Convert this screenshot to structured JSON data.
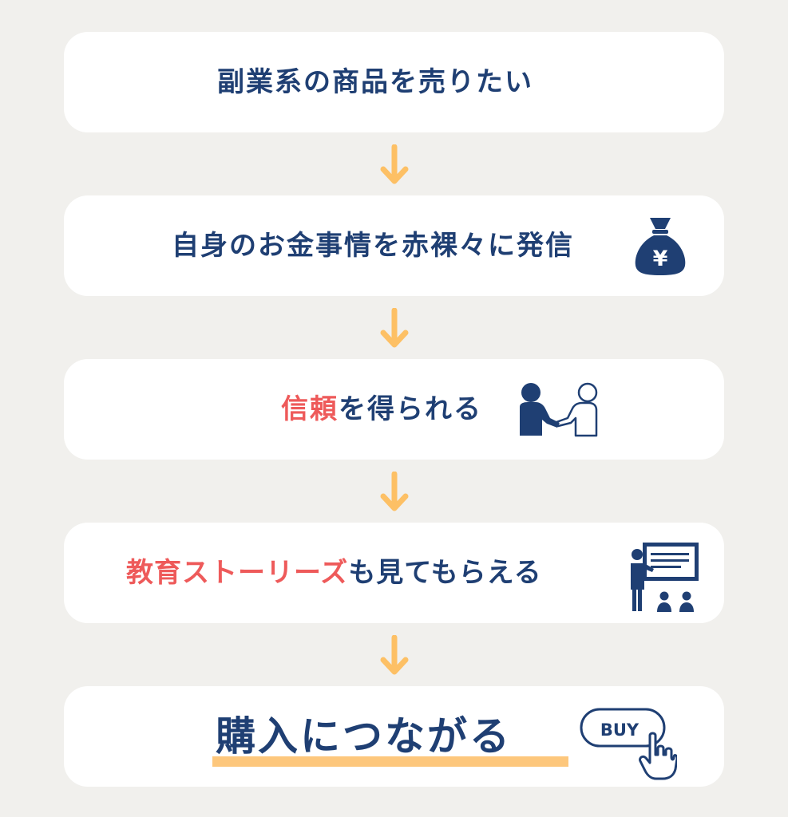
{
  "steps": [
    {
      "text": "副業系の商品を売りたい"
    },
    {
      "text": "自身のお金事情を赤裸々に発信",
      "icon": "money-bag-yen-icon"
    },
    {
      "highlight": "信頼",
      "text": "を得られる",
      "icon": "handshake-people-icon"
    },
    {
      "highlight": "教育ストーリーズ",
      "text": "も見てもらえる",
      "icon": "presentation-audience-icon"
    },
    {
      "text": "購入につながる",
      "icon": "buy-button-pointer-icon"
    }
  ],
  "buy_label": "BUY",
  "yen_symbol": "¥",
  "colors": {
    "background": "#f1f0ed",
    "card": "#ffffff",
    "text": "#1f3f73",
    "highlight": "#ee5a5a",
    "arrow": "#fdc065",
    "underline": "#fdc77c"
  }
}
